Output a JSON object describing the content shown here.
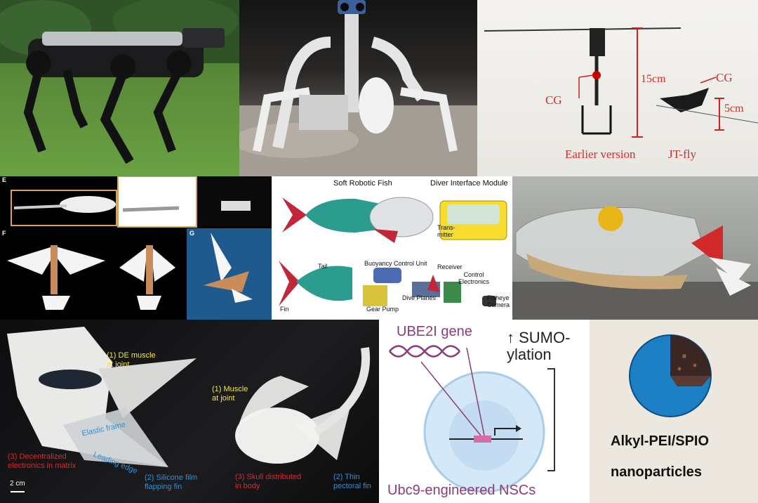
{
  "collage": {
    "helicopter": {
      "cg_left": "CG",
      "cg_right": "CG",
      "height_left": "15cm",
      "height_right": "5cm",
      "caption_left": "Earlier version",
      "caption_right": "JT-fly"
    },
    "bird": {
      "panel_e": "E",
      "panel_f": "F",
      "panel_g": "G"
    },
    "fish": {
      "title_left": "Soft Robotic Fish",
      "title_right": "Diver Interface Module",
      "transmitter": "Trans-\nmitter",
      "tail": "Tail",
      "fin": "Fin",
      "buoyancy": "Buoyancy Control Unit",
      "receiver": "Receiver",
      "control": "Control\nElectronics",
      "gear_pump": "Gear Pump",
      "dive_planes": "Dive Planes",
      "fisheye": "Fisheye\nCamera"
    },
    "ray": {
      "de_muscle": "(1) DE muscle\nat joint",
      "elastic_frame": "Elastic frame",
      "decentralized": "(3) Decentralized\nelectronics in matrix",
      "leading_edge": "Leading edge",
      "silicone": "(2) Silicone film\nflapping fin",
      "scale": "2 cm",
      "muscle": "(1) Muscle\nat joint",
      "skull": "(3) Skull distributed\nin body",
      "thin": "(2) Thin\npectoral fin"
    },
    "cell": {
      "gene": "UBE2I gene",
      "sumo": "↑ SUMO-\nylation",
      "caption": "Ubc9-engineered NSCs"
    },
    "nano": {
      "caption_line1": "Alkyl-PEI/SPIO",
      "caption_line2": "nanoparticles"
    },
    "colors": {
      "fish_teal": "#2a9d8f",
      "fish_red": "#c0283a",
      "label_red": "#d92b2b",
      "label_blue": "#2e8fd6",
      "label_yellow": "#f3e44a",
      "gene_purple": "#8a3d7a",
      "nano_blue": "#1d7fc4"
    }
  }
}
